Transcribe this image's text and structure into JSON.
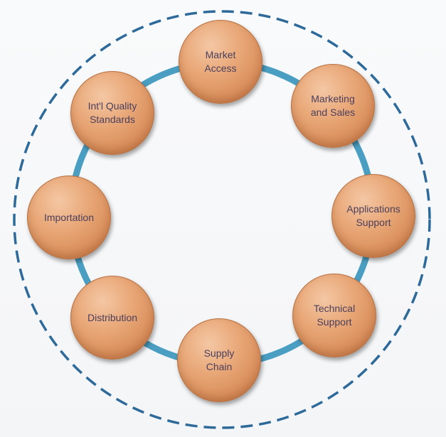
{
  "diagram": {
    "colors": {
      "ring": "#4a9ec1",
      "dashed_border": "#2d6a9a",
      "node_fill": "#e9a878",
      "node_text": "#4a3f5c",
      "background": "#f7f8fa"
    },
    "nodes": [
      {
        "label": "Market\nAccess"
      },
      {
        "label": "Marketing\nand Sales"
      },
      {
        "label": "Applications\nSupport"
      },
      {
        "label": "Technical\nSupport"
      },
      {
        "label": "Supply\nChain"
      },
      {
        "label": "Distribution"
      },
      {
        "label": "Importation"
      },
      {
        "label": "Int'l Quality\nStandards"
      }
    ]
  }
}
